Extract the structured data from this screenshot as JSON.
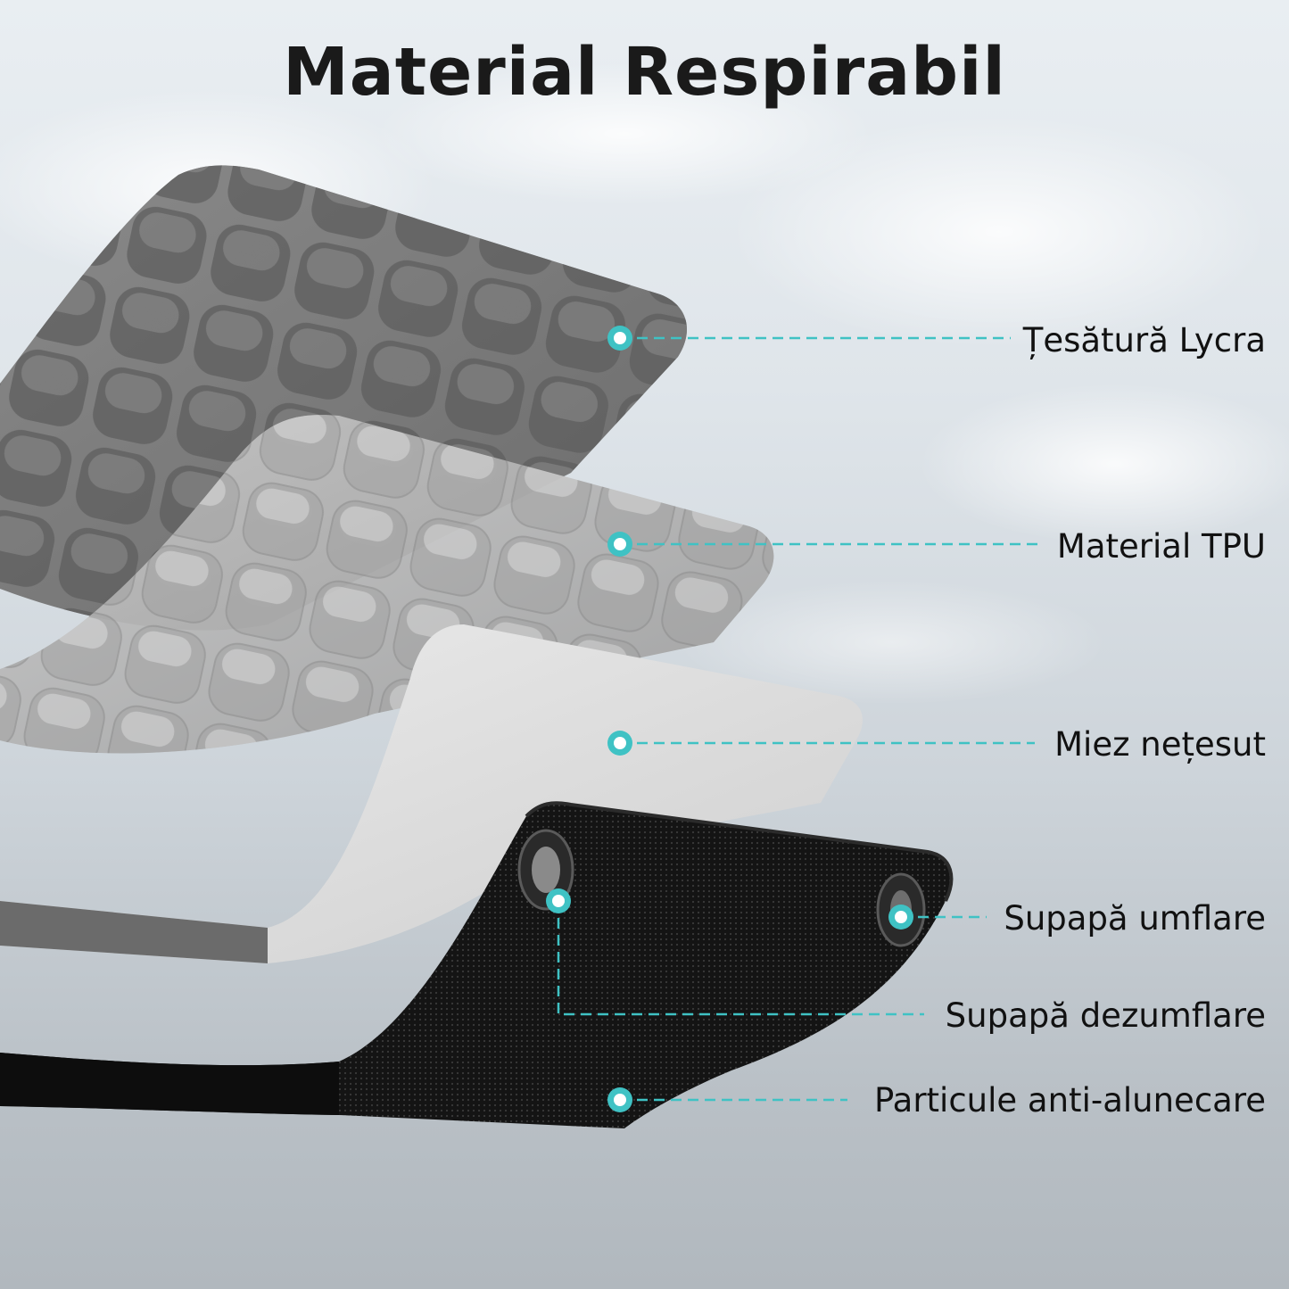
{
  "title": "Material Respirabil",
  "colors": {
    "accent": "#3fc2c4",
    "text": "#111111",
    "layer_lycra": "#7d7d7d",
    "layer_tpu": "#b4b4b4",
    "layer_core": "#e2e2e2",
    "layer_base": "#151515"
  },
  "layers": [
    {
      "label": "Țesătură Lycra"
    },
    {
      "label": "Material TPU"
    },
    {
      "label": "Miez nețesut"
    },
    {
      "label": "Supapă umflare"
    },
    {
      "label": "Supapă dezumflare"
    },
    {
      "label": "Particule anti-alunecare"
    }
  ]
}
